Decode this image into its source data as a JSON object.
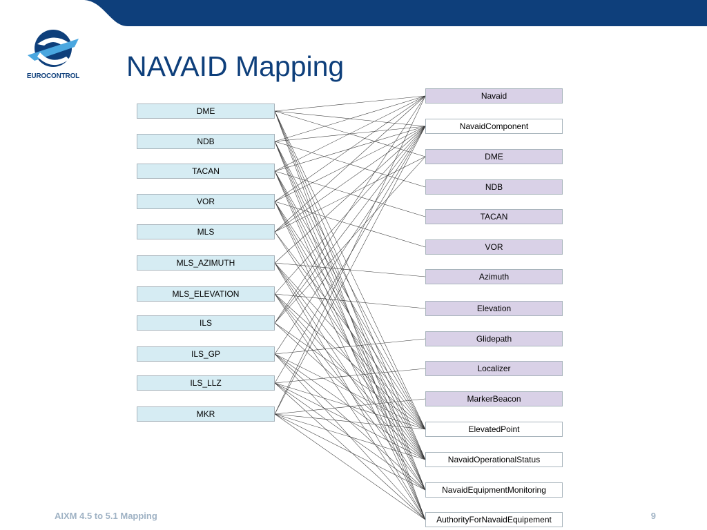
{
  "header": {
    "title": "NAVAID Mapping",
    "logo_text": "EUROCONTROL",
    "accent": "#0e3f7b"
  },
  "left_items": [
    {
      "label": "DME"
    },
    {
      "label": "NDB"
    },
    {
      "label": "TACAN"
    },
    {
      "label": "VOR"
    },
    {
      "label": "MLS"
    },
    {
      "label": "MLS_AZIMUTH"
    },
    {
      "label": "MLS_ELEVATION"
    },
    {
      "label": "ILS"
    },
    {
      "label": "ILS_GP"
    },
    {
      "label": "ILS_LLZ"
    },
    {
      "label": "MKR"
    }
  ],
  "right_items": [
    {
      "label": "Navaid",
      "style": "purple"
    },
    {
      "label": "NavaidComponent",
      "style": "white"
    },
    {
      "label": "DME",
      "style": "purple"
    },
    {
      "label": "NDB",
      "style": "purple"
    },
    {
      "label": "TACAN",
      "style": "purple"
    },
    {
      "label": "VOR",
      "style": "purple"
    },
    {
      "label": "Azimuth",
      "style": "purple"
    },
    {
      "label": "Elevation",
      "style": "purple"
    },
    {
      "label": "Glidepath",
      "style": "purple"
    },
    {
      "label": "Localizer",
      "style": "purple"
    },
    {
      "label": "MarkerBeacon",
      "style": "purple"
    },
    {
      "label": "ElevatedPoint",
      "style": "white"
    },
    {
      "label": "NavaidOperationalStatus",
      "style": "white"
    },
    {
      "label": "NavaidEquipmentMonitoring",
      "style": "white"
    },
    {
      "label": "AuthorityForNavaidEquipement",
      "style": "white"
    }
  ],
  "mapping": {
    "DME": [
      "Navaid",
      "NavaidComponent",
      "DME",
      "ElevatedPoint",
      "NavaidOperationalStatus",
      "NavaidEquipmentMonitoring",
      "AuthorityForNavaidEquipement"
    ],
    "NDB": [
      "Navaid",
      "NavaidComponent",
      "NDB",
      "ElevatedPoint",
      "NavaidOperationalStatus",
      "NavaidEquipmentMonitoring",
      "AuthorityForNavaidEquipement"
    ],
    "TACAN": [
      "Navaid",
      "NavaidComponent",
      "TACAN",
      "ElevatedPoint",
      "NavaidOperationalStatus",
      "NavaidEquipmentMonitoring",
      "AuthorityForNavaidEquipement"
    ],
    "VOR": [
      "Navaid",
      "NavaidComponent",
      "VOR",
      "ElevatedPoint",
      "NavaidOperationalStatus",
      "NavaidEquipmentMonitoring",
      "AuthorityForNavaidEquipement"
    ],
    "MLS": [
      "Navaid",
      "NavaidComponent",
      "DME",
      "ElevatedPoint",
      "NavaidOperationalStatus"
    ],
    "MLS_AZIMUTH": [
      "NavaidComponent",
      "Azimuth",
      "ElevatedPoint",
      "NavaidOperationalStatus",
      "NavaidEquipmentMonitoring",
      "AuthorityForNavaidEquipement"
    ],
    "MLS_ELEVATION": [
      "NavaidComponent",
      "Elevation",
      "ElevatedPoint",
      "NavaidOperationalStatus",
      "NavaidEquipmentMonitoring",
      "AuthorityForNavaidEquipement"
    ],
    "ILS": [
      "Navaid",
      "NavaidComponent",
      "DME",
      "ElevatedPoint",
      "NavaidOperationalStatus"
    ],
    "ILS_GP": [
      "NavaidComponent",
      "Glidepath",
      "ElevatedPoint",
      "NavaidOperationalStatus",
      "NavaidEquipmentMonitoring",
      "AuthorityForNavaidEquipement"
    ],
    "ILS_LLZ": [
      "NavaidComponent",
      "Localizer",
      "ElevatedPoint",
      "NavaidOperationalStatus",
      "NavaidEquipmentMonitoring",
      "AuthorityForNavaidEquipement"
    ],
    "MKR": [
      "Navaid",
      "NavaidComponent",
      "MarkerBeacon",
      "ElevatedPoint",
      "NavaidOperationalStatus",
      "NavaidEquipmentMonitoring",
      "AuthorityForNavaidEquipement"
    ]
  },
  "footer": {
    "left": "AIXM 4.5 to 5.1 Mapping",
    "page": "9"
  }
}
